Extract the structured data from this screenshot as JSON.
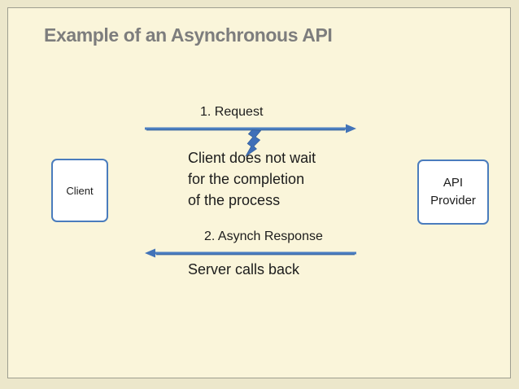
{
  "slide": {
    "title": "Example of an Asynchronous API",
    "boxes": {
      "client": "Client",
      "api_provider": "API Provider"
    },
    "request": {
      "label": "1. Request",
      "direction": "left-to-right",
      "note": "Client does not wait\nfor the completion\nof the process"
    },
    "response": {
      "label": "2. Asynch Response",
      "direction": "right-to-left",
      "note": "Server calls back"
    },
    "icons": {
      "lightning_bolt": "lightning-bolt"
    },
    "colors": {
      "slide_background": "#faf5da",
      "outer_background": "#ece7cb",
      "frame_border": "#9e9e90",
      "accent_blue": "#4273b8",
      "box_border_blue": "#4a7cbd",
      "title_gray": "#7d7d7d",
      "text_black": "#1c1c1c",
      "box_fill": "#ffffff"
    }
  }
}
